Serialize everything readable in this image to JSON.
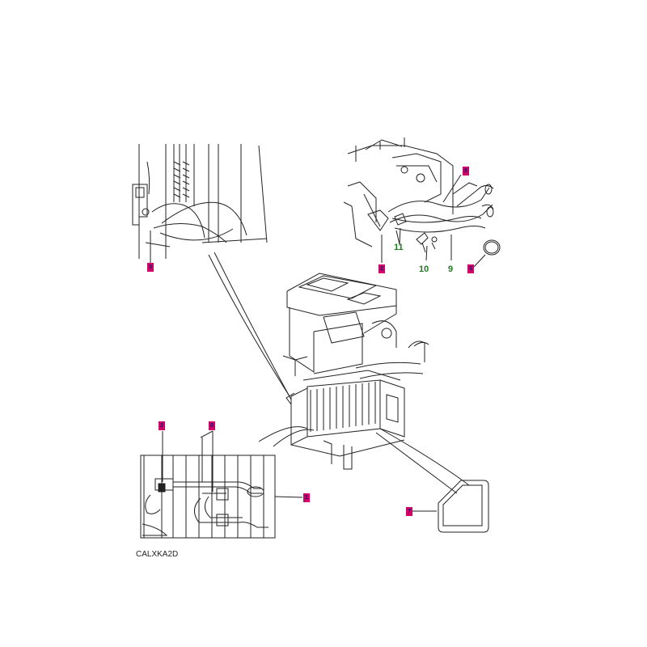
{
  "diagram": {
    "reference_code": "CALXKA2D",
    "callouts": [
      {
        "id": "engine-bay-clamp",
        "label": "3"
      },
      {
        "id": "pipe-block",
        "label": "2"
      },
      {
        "id": "pipe-assembly",
        "label": "8"
      },
      {
        "id": "o-ring",
        "label": "3"
      },
      {
        "id": "detail-valve",
        "label": "2"
      },
      {
        "id": "detail-pipes",
        "label": "8"
      },
      {
        "id": "evaporator",
        "label": "1"
      },
      {
        "id": "seal-pad",
        "label": "7"
      }
    ],
    "item_numbers": [
      {
        "id": "clip",
        "label": "11"
      },
      {
        "id": "bracket",
        "label": "10"
      },
      {
        "id": "pipe",
        "label": "9"
      }
    ],
    "colors": {
      "callout_fill": "#d10068",
      "callout_text": "#1a1a6e",
      "item_text": "#1f7a1f",
      "line": "#222222"
    }
  }
}
